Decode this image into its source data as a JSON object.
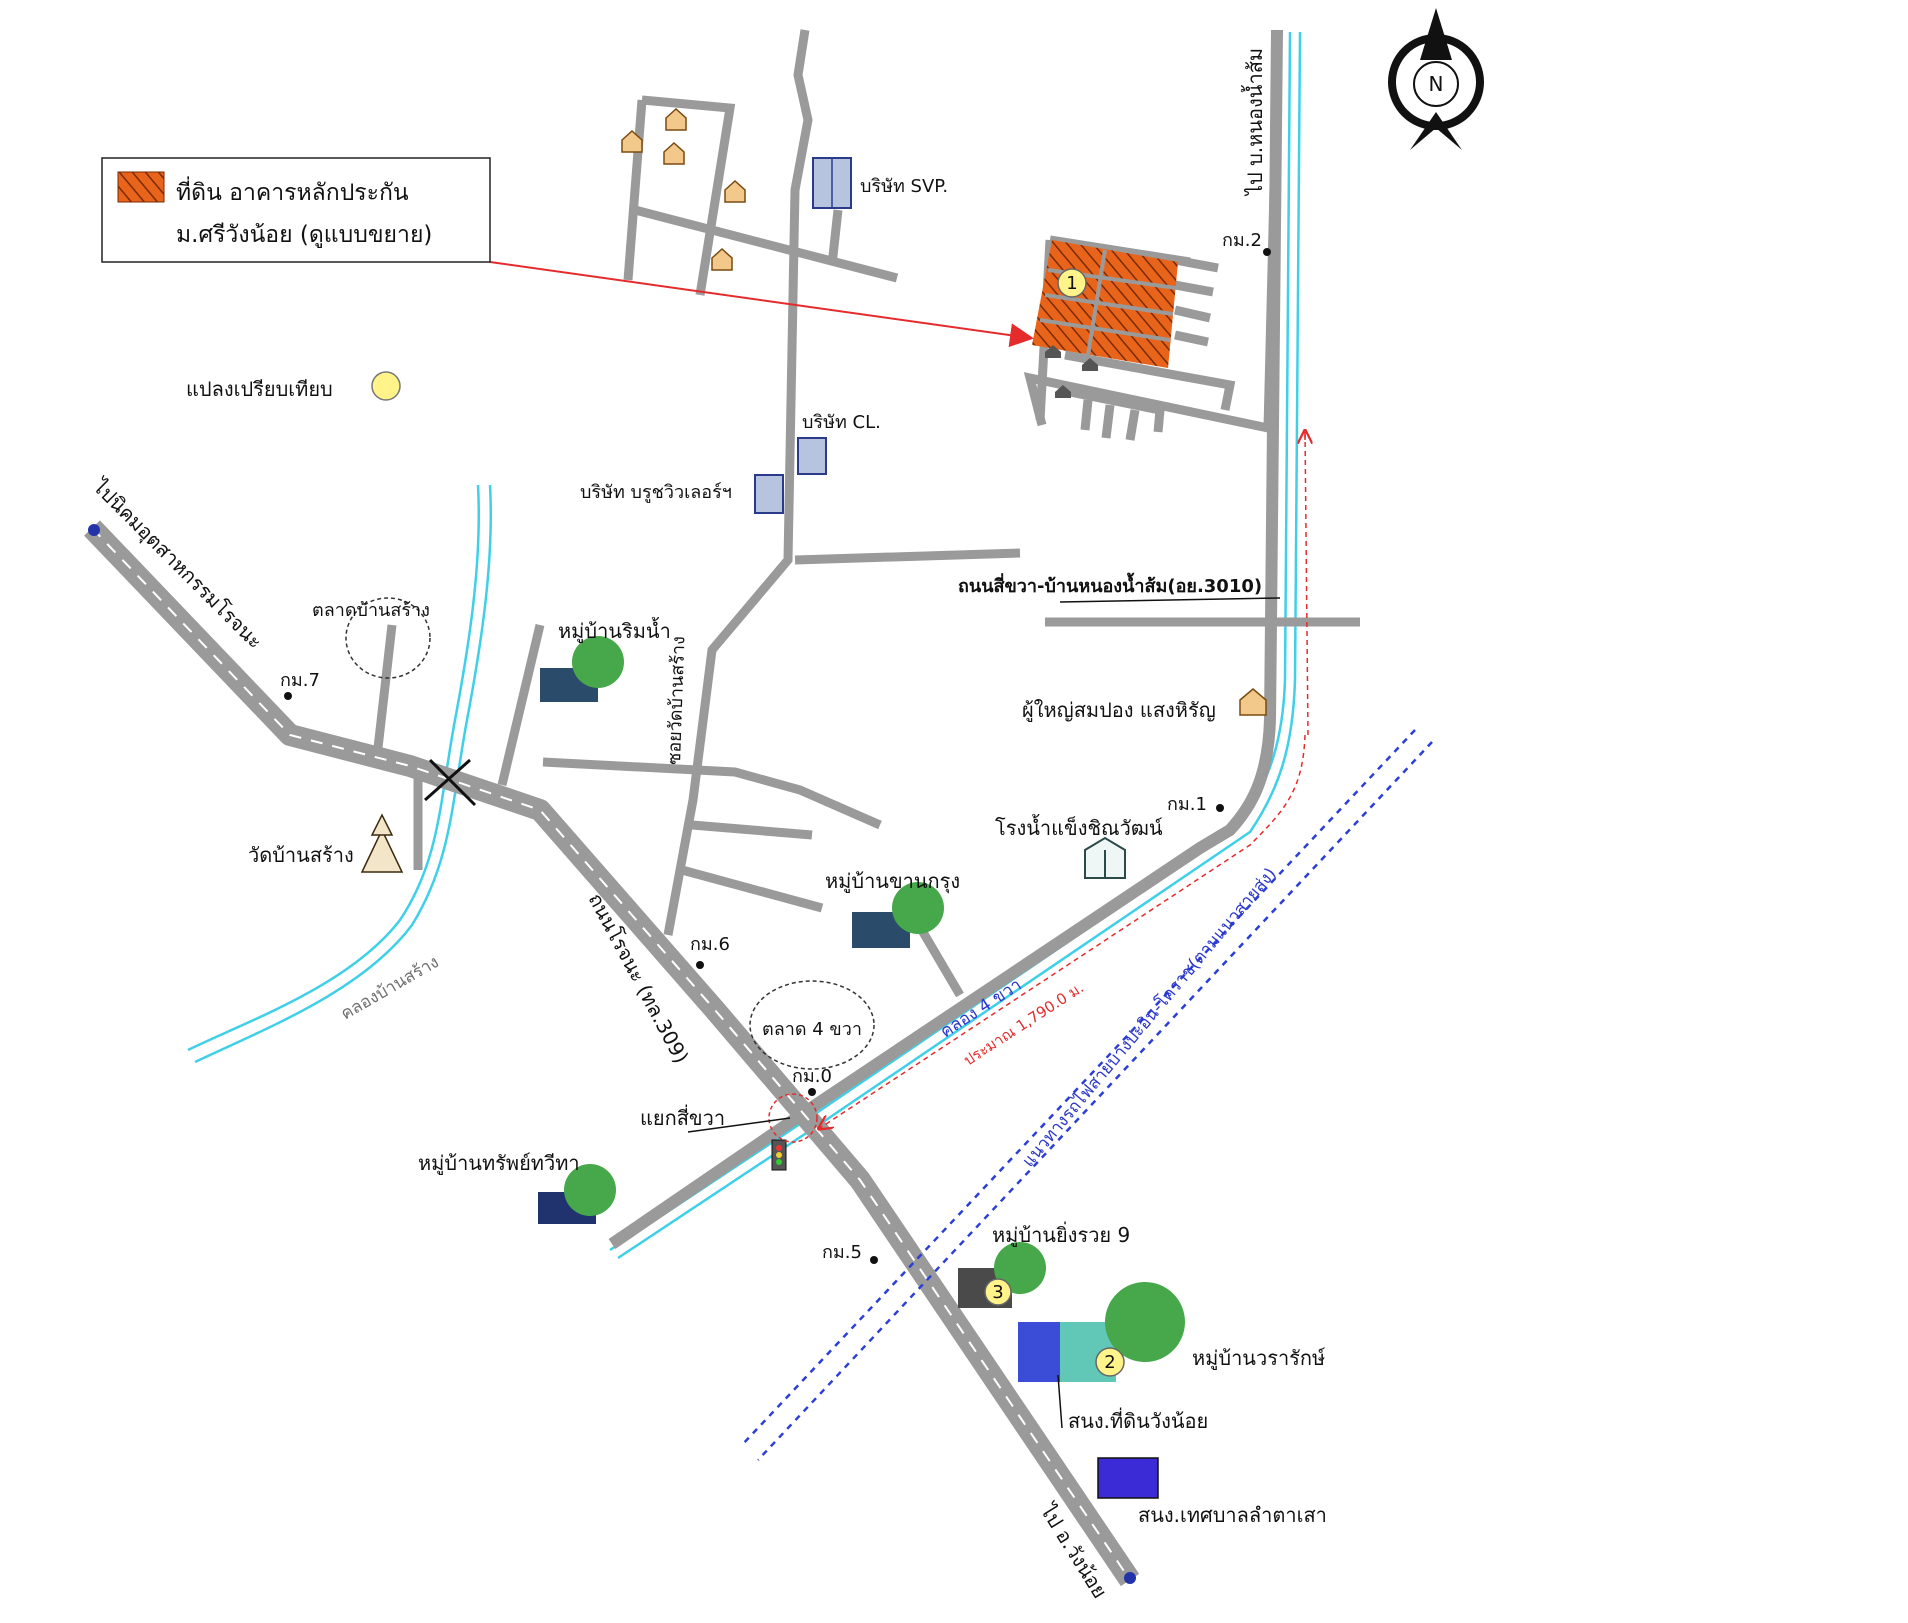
{
  "colors": {
    "road": "#9a9a9a",
    "highway_dash": "#ffffff",
    "canal": "#3fd0e8",
    "parcel": "#e8641a",
    "parcel_hatch": "#7a2a00",
    "rail": "#2b3fd6",
    "arrow": "#e52b2b",
    "compare_marker": "#fff38a"
  },
  "legend": {
    "line1": "ที่ดิน อาคารหลักประกัน",
    "line2": "ม.ศรีวังน้อย (ดูแบบขยาย)",
    "compare": "แปลงเปรียบเทียบ"
  },
  "compass": {
    "label": "N"
  },
  "markers": {
    "subject": "1",
    "compare2": "2",
    "compare3": "3"
  },
  "labels": {
    "to_industrial": "ไปนิคมอุตสาหกรรมโรจนะ",
    "to_wangnoi": "ไป อ.วังน้อย",
    "to_nongnamsom": "ไป บ.หนองน้ำส้ม",
    "rojana_road": "ถนนโรจนะ (ทล.309)",
    "side_road": "ถนนสี่ขวา-บ้านหนองน้ำส้ม(อย.3010)",
    "soi_wat": "ซอยวัดบ้านสร้าง",
    "market_bansang": "ตลาดบ้านสร้าง",
    "market_4khwa": "ตลาด 4 ขวา",
    "wat_bansang": "วัดบ้านสร้าง",
    "canal_bansang": "คลองบ้านสร้าง",
    "canal_4khwa": "คลอง 4 ขวา",
    "intersection": "แยกสี่ขวา",
    "distance": "ประมาณ 1,790.0 ม.",
    "rail": "แนวทางรถไฟสายบางปะอิน-โคราช(ตามแนวสายส่ง)",
    "village_rimnam": "หมู่บ้านริมน้ำ",
    "village_khankrung": "หมู่บ้านขานกรุง",
    "village_sapthawi": "หมู่บ้านทรัพย์ทวีทา",
    "village_yingruay": "หมู่บ้านยิ่งรวย 9",
    "village_warak": "หมู่บ้านวรารักษ์",
    "ice_factory": "โรงน้ำแข็งชิณวัฒน์",
    "headman": "ผู้ใหญ่สมปอง แสงหิรัญ",
    "office_land": "สนง.ที่ดินวังน้อย",
    "office_municipal": "สนง.เทศบาลลำตาเสา",
    "company_svp": "บริษัท SVP.",
    "company_cl": "บริษัท CL.",
    "company_brush": "บริษัท บรูชวิวเลอร์ฯ",
    "km0": "กม.0",
    "km1": "กม.1",
    "km2": "กม.2",
    "km5": "กม.5",
    "km6": "กม.6",
    "km7": "กม.7"
  }
}
